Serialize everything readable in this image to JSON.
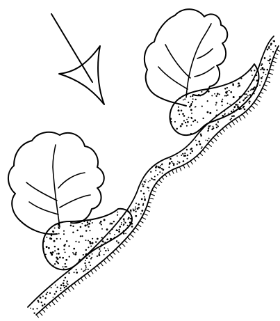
{
  "figure": {
    "colors": {
      "ink": "#000000",
      "paper": "#ffffff"
    },
    "elements": [
      {
        "name": "direction-arrow-icon"
      },
      {
        "name": "upper-plant-icon"
      },
      {
        "name": "lower-plant-icon"
      },
      {
        "name": "stippled-ridge-band"
      },
      {
        "name": "upper-stippled-mound"
      },
      {
        "name": "lower-stippled-mound"
      },
      {
        "name": "hatched-ground-edge"
      }
    ]
  }
}
